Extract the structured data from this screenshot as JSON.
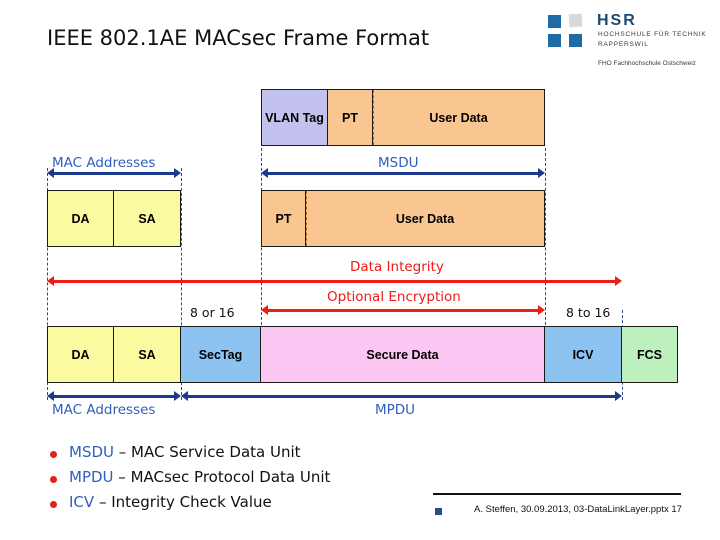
{
  "slide": {
    "title": "IEEE 802.1AE MACsec Frame Format"
  },
  "logo": {
    "name": "HSR",
    "line2": "HOCHSCHULE FÜR TECHNIK",
    "line3": "RAPPERSWIL",
    "line4": "FHO Fachhochschule Ostschweiz"
  },
  "diagram": {
    "row_tagged": {
      "fields": [
        {
          "label": "VLAN Tag",
          "color": "#c3c2ee"
        },
        {
          "label": "PT",
          "color": "#f9c591"
        },
        {
          "label": "User Data",
          "color": "#f9c591"
        }
      ]
    },
    "row_mac": {
      "fields": [
        {
          "label": "DA",
          "color": "#fafaa0"
        },
        {
          "label": "SA",
          "color": "#fafaa0"
        }
      ]
    },
    "row_untagged": {
      "fields": [
        {
          "label": "PT",
          "color": "#f9c591"
        },
        {
          "label": "User Data",
          "color": "#f9c591"
        }
      ]
    },
    "row_macsec": {
      "fields": [
        {
          "label": "DA",
          "color": "#fafaa0"
        },
        {
          "label": "SA",
          "color": "#fafaa0"
        },
        {
          "label": "SecTag",
          "color": "#8dc3f0"
        },
        {
          "label": "Secure Data",
          "color": "#fbc7f2"
        },
        {
          "label": "ICV",
          "color": "#8dc3f0"
        },
        {
          "label": "FCS",
          "color": "#bdf0bd"
        }
      ]
    },
    "spans": {
      "mac_addresses_top": "MAC Addresses",
      "msdu": "MSDU",
      "data_integrity": "Data Integrity",
      "optional_encryption": "Optional Encryption",
      "mac_addresses_bottom": "MAC Addresses",
      "mpdu": "MPDU"
    },
    "sizes": {
      "sectag": "8 or 16",
      "icv": "8 to 16"
    },
    "colors": {
      "blue_arrow": "#1b3a8f",
      "red_arrow": "#ee1c16",
      "label_blue": "#2f5fbf",
      "guide_line": "#2d4b8e"
    }
  },
  "legend": [
    {
      "key": "MSDU",
      "sep": " – ",
      "text": "MAC Service Data Unit"
    },
    {
      "key": "MPDU",
      "sep": " – ",
      "text": "MACsec Protocol Data Unit"
    },
    {
      "key": "ICV",
      "sep": " – ",
      "text": "Integrity Check Value"
    }
  ],
  "footer": {
    "text": "A. Steffen, 30.09.2013, 03-DataLinkLayer.pptx 17"
  }
}
